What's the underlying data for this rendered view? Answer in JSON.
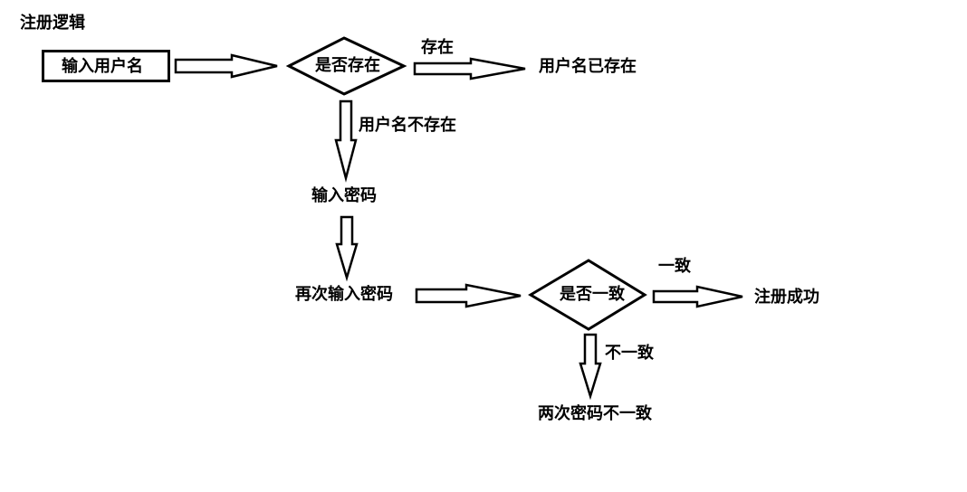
{
  "diagram": {
    "title": "注册逻辑",
    "nodes": {
      "start": "输入用户名",
      "check_exists": "是否存在",
      "user_exists": "用户名已存在",
      "enter_password": "输入密码",
      "reenter_password": "再次输入密码",
      "check_match": "是否一致",
      "success": "注册成功",
      "mismatch": "两次密码不一致"
    },
    "edges": {
      "exists": "存在",
      "not_exists": "用户名不存在",
      "match": "一致",
      "not_match": "不一致"
    }
  },
  "colors": {
    "stroke": "#000000",
    "background": "#ffffff"
  }
}
